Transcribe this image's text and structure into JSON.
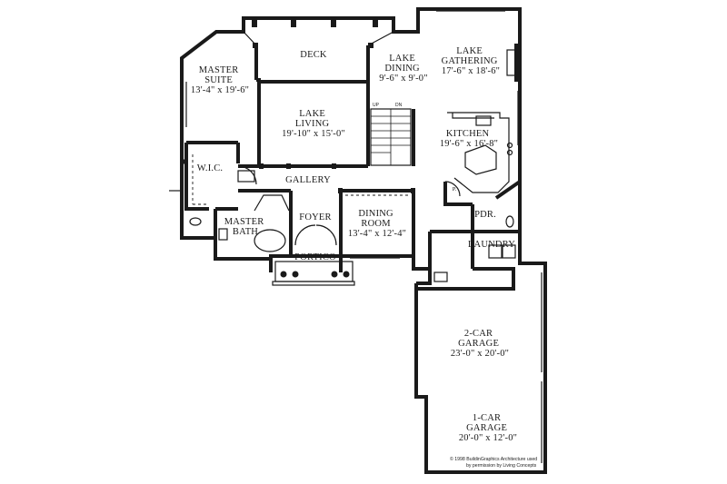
{
  "plan": {
    "rooms": [
      {
        "id": "master-suite",
        "lines": [
          "MASTER",
          "SUITE",
          "13'-4\" x 19'-6\""
        ]
      },
      {
        "id": "deck",
        "lines": [
          "DECK"
        ]
      },
      {
        "id": "lake-dining",
        "lines": [
          "LAKE",
          "DINING",
          "9'-6\" x 9'-0\""
        ]
      },
      {
        "id": "lake-gathering",
        "lines": [
          "LAKE",
          "GATHERING",
          "17'-6\" x 18'-6\""
        ]
      },
      {
        "id": "lake-living",
        "lines": [
          "LAKE",
          "LIVING",
          "19'-10\" x 15'-0\""
        ]
      },
      {
        "id": "kitchen",
        "lines": [
          "KITCHEN",
          "19'-6\" x 16'-8\""
        ]
      },
      {
        "id": "wic",
        "lines": [
          "W.I.C."
        ]
      },
      {
        "id": "gallery",
        "lines": [
          "GALLERY"
        ]
      },
      {
        "id": "master-bath",
        "lines": [
          "MASTER",
          "BATH"
        ]
      },
      {
        "id": "foyer",
        "lines": [
          "FOYER"
        ]
      },
      {
        "id": "dining-room",
        "lines": [
          "DINING",
          "ROOM",
          "13'-4\" x 12'-4\""
        ]
      },
      {
        "id": "pdr",
        "lines": [
          "PDR."
        ]
      },
      {
        "id": "laundry",
        "lines": [
          "LAUNDRY"
        ]
      },
      {
        "id": "portico",
        "lines": [
          "PORTICO"
        ]
      },
      {
        "id": "garage-2",
        "lines": [
          "2-CAR",
          "GARAGE",
          "23'-0\" x 20'-0\""
        ]
      },
      {
        "id": "garage-1",
        "lines": [
          "1-CAR",
          "GARAGE",
          "20'-0\" x 12'-0\""
        ]
      }
    ],
    "pantry_label": "P.",
    "stair_up": "UP",
    "stair_down": "DN",
    "credit_line1": "© 1998 BuildinGraphics Architecture used",
    "credit_line2": "by permission by Living Concepts"
  }
}
